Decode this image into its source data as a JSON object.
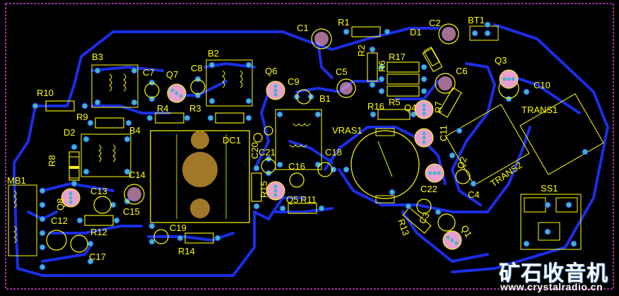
{
  "board": {
    "background": "#000000",
    "border_color": "#d040d0",
    "trace_color": "#1a2ee8",
    "silk_color": "#ffff00",
    "pad_color": "#3fb6c6",
    "transistor_color": "#e8a0d0"
  },
  "labels": {
    "c1": "C1",
    "r1": "R1",
    "c2": "C2",
    "d1": "D1",
    "bt1": "BT1",
    "r2": "R2",
    "r17": "R17",
    "r6": "R6",
    "c6": "C6",
    "q3": "Q3",
    "c10": "C10",
    "trans1": "TRANS1",
    "b3": "B3",
    "b2": "B2",
    "c7": "C7",
    "q7": "Q7",
    "c8": "C8",
    "q6": "Q6",
    "c9": "C9",
    "c5": "C5",
    "b1": "B1",
    "r7": "R7",
    "r10": "R10",
    "r9": "R9",
    "r4": "R4",
    "r3": "R3",
    "r16": "R16",
    "r5": "R5",
    "q4": "Q4",
    "d2": "D2",
    "b4": "B4",
    "dc1": "DC1",
    "vras1": "VRAS1",
    "c11": "C11",
    "q2": "Q2",
    "trans2": "TRANS2",
    "r8": "R8",
    "c20": "C20",
    "c21": "C21",
    "c18": "C18",
    "c16": "C16",
    "c14": "C14",
    "mb1": "MB1",
    "c13": "C13",
    "q8": "Q8",
    "r15": "R15",
    "q5": "Q5",
    "r11": "R11",
    "c22": "C22",
    "c4": "C4",
    "ss1": "SS1",
    "c15": "C15",
    "c12": "C12",
    "r12": "R12",
    "r13": "R13",
    "c3": "C3",
    "q1": "Q1",
    "c19": "C19",
    "r14": "R14",
    "c17": "C17"
  },
  "watermark": {
    "site_cn": "矿石收音机",
    "url": "www.crystalradio.cn"
  }
}
